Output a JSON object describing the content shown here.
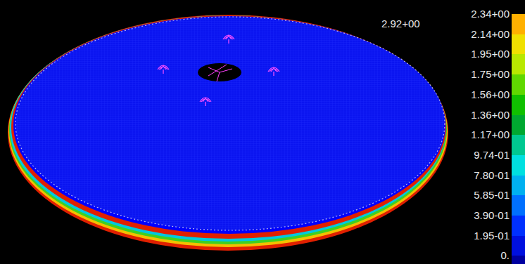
{
  "diagram": {
    "labels": [
      "2.92+00"
    ],
    "legend": [
      {
        "text": "2.34+00",
        "color": "#ffb000"
      },
      {
        "text": "2.14+00",
        "color": "#f0e000"
      },
      {
        "text": "1.95+00",
        "color": "#b8e800"
      },
      {
        "text": "1.75+00",
        "color": "#60d800"
      },
      {
        "text": "1.56+00",
        "color": "#10c000"
      },
      {
        "text": "1.36+00",
        "color": "#00a830"
      },
      {
        "text": "1.17+00",
        "color": "#00c890"
      },
      {
        "text": "9.74-01",
        "color": "#00e0e0"
      },
      {
        "text": "7.80-01",
        "color": "#00b0f0"
      },
      {
        "text": "5.85-01",
        "color": "#0070ff"
      },
      {
        "text": "3.90-01",
        "color": "#0030ff"
      },
      {
        "text": "1.95-01",
        "color": "#0010e0"
      },
      {
        "text": "0.",
        "color": "#0000a0"
      }
    ]
  }
}
